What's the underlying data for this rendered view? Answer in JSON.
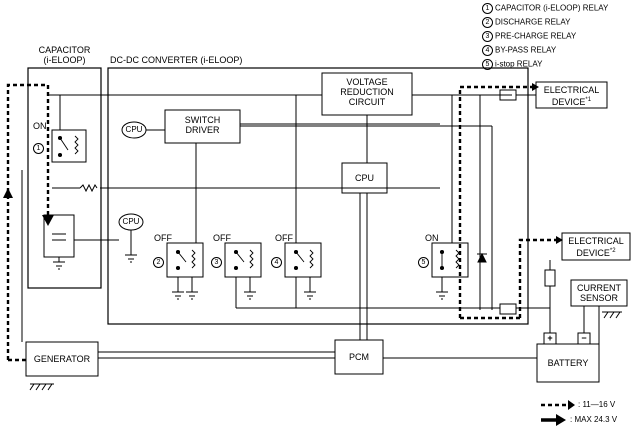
{
  "legend_relays": [
    {
      "num": "1",
      "text": "CAPACITOR (i-ELOOP) RELAY"
    },
    {
      "num": "2",
      "text": "DISCHARGE RELAY"
    },
    {
      "num": "3",
      "text": "PRE-CHARGE RELAY"
    },
    {
      "num": "4",
      "text": "BY-PASS RELAY"
    },
    {
      "num": "5",
      "text": "i-stop RELAY"
    }
  ],
  "capacitor": {
    "title_line1": "CAPACITOR",
    "title_line2": "(i-ELOOP)",
    "state": "ON",
    "relay_num": "1"
  },
  "converter": {
    "title": "DC-DC CONVERTER (i-ELOOP)"
  },
  "voltage_reduction": {
    "line1": "VOLTAGE",
    "line2": "REDUCTION",
    "line3": "CIRCUIT"
  },
  "switch_driver": {
    "line1": "SWITCH",
    "line2": "DRIVER"
  },
  "cpu_labels": [
    "CPU",
    "CPU",
    "CPU"
  ],
  "relay_states": [
    {
      "num": "2",
      "state": "OFF"
    },
    {
      "num": "3",
      "state": "OFF"
    },
    {
      "num": "4",
      "state": "OFF"
    },
    {
      "num": "5",
      "state": "ON"
    }
  ],
  "electrical_device_1": {
    "line1": "ELECTRICAL",
    "line2": "DEVICE",
    "sup": "*1"
  },
  "electrical_device_2": {
    "line1": "ELECTRICAL",
    "line2": "DEVICE",
    "sup": "*2"
  },
  "current_sensor": {
    "line1": "CURRENT",
    "line2": "SENSOR"
  },
  "generator": "GENERATOR",
  "pcm": "PCM",
  "battery": {
    "label": "BATTERY",
    "plus": "+",
    "minus": "−"
  },
  "legend_lines": [
    {
      "text": ": 11—16 V"
    },
    {
      "text": ": MAX 24.3 V"
    }
  ]
}
